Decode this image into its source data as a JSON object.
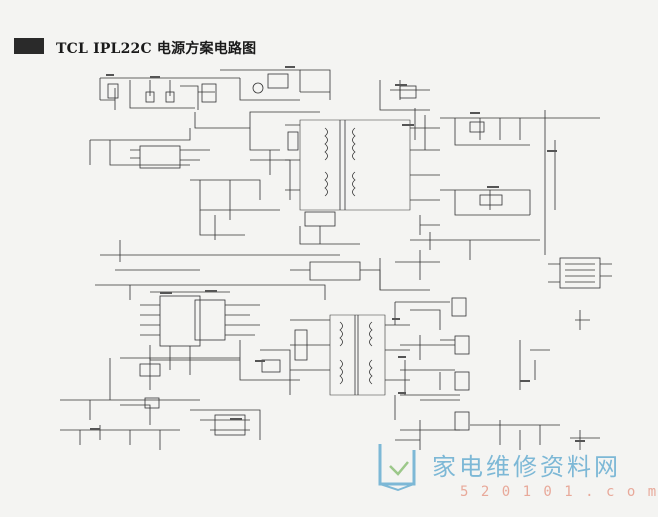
{
  "document": {
    "title": "TCL IPL22C 电源方案电路图"
  },
  "watermark": {
    "site_name": "家电维修资料网",
    "url": "5 2 0 1 0 1 . c o m",
    "logo": "open-box-logo",
    "text_color": "#7db8d6",
    "url_color": "#e8a99a"
  }
}
